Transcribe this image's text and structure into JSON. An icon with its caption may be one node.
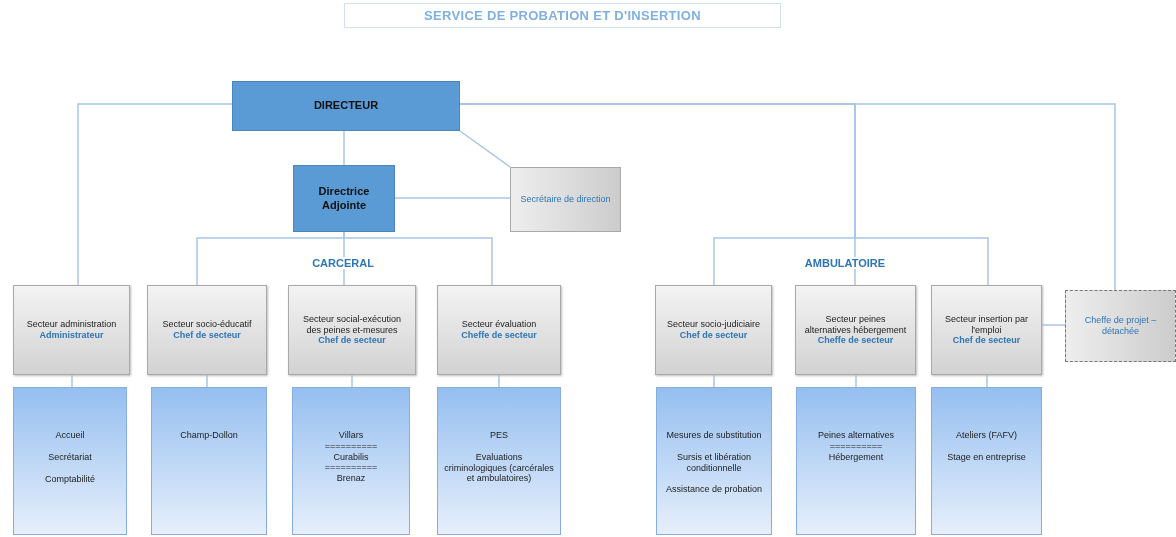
{
  "diagram": {
    "title": "SERVICE DE PROBATION ET D'INSERTION",
    "nodes": [
      {
        "text": [
          "DIRECTEUR"
        ]
      },
      {
        "text": [
          "Directrice Adjointe"
        ]
      },
      {
        "text": [
          "Secrétaire de direction"
        ]
      },
      {
        "text": [
          "Secteur administration",
          "Administrateur"
        ]
      },
      {
        "text": [
          "Secteur socio-éducatif",
          "Chef de secteur"
        ]
      },
      {
        "text": [
          "Secteur social-exécution des peines et-mesures",
          "Chef de secteur"
        ]
      },
      {
        "text": [
          "Secteur évaluation",
          "Cheffe de secteur"
        ]
      },
      {
        "text": [
          "Secteur socio-judiciaire",
          "Chef de secteur"
        ]
      },
      {
        "text": [
          "Secteur peines alternatives hébergement",
          "Cheffe de secteur"
        ]
      },
      {
        "text": [
          "Secteur insertion par l'emploi",
          "Chef de secteur"
        ]
      },
      {
        "text": [
          "Cheffe de projet – détachée"
        ]
      },
      {
        "text": [
          "Accueil",
          "Secrétariat",
          "Comptabilité"
        ]
      },
      {
        "text": [
          "Champ-Dollon"
        ]
      },
      {
        "text": [
          "Villars",
          "==========",
          "Curabilis",
          "==========",
          "Brenaz"
        ]
      },
      {
        "text": [
          "PES",
          "Evaluations criminologiques (carcérales et ambulatoires)"
        ]
      },
      {
        "text": [
          "Mesures de substitution",
          "Sursis et libération conditionnelle",
          "Assistance de probation"
        ]
      },
      {
        "text": [
          "Peines alternatives",
          "==========",
          "Hébergement"
        ]
      },
      {
        "text": [
          "Ateliers (FAFV)",
          "Stage en entreprise"
        ]
      }
    ],
    "edges": [
      {
        "from": 0,
        "to": 1,
        "arrow": "none"
      },
      {
        "from": 0,
        "to": 2,
        "arrow": "none"
      },
      {
        "from": 1,
        "to": 2,
        "arrow": "none"
      },
      {
        "from": 0,
        "to": 3,
        "arrow": "none"
      },
      {
        "from": 1,
        "to": 4,
        "arrow": "none"
      },
      {
        "from": 1,
        "to": 5,
        "arrow": "none"
      },
      {
        "from": 1,
        "to": 6,
        "arrow": "none"
      },
      {
        "from": 0,
        "to": 7,
        "arrow": "none"
      },
      {
        "from": 0,
        "to": 8,
        "arrow": "none"
      },
      {
        "from": 0,
        "to": 9,
        "arrow": "none"
      },
      {
        "from": 0,
        "to": 10,
        "arrow": "none"
      },
      {
        "from": 9,
        "to": 10,
        "arrow": "none"
      },
      {
        "from": 3,
        "to": 11,
        "arrow": "none"
      },
      {
        "from": 4,
        "to": 12,
        "arrow": "none"
      },
      {
        "from": 5,
        "to": 13,
        "arrow": "none"
      },
      {
        "from": 6,
        "to": 14,
        "arrow": "none"
      },
      {
        "from": 7,
        "to": 15,
        "arrow": "none"
      },
      {
        "from": 8,
        "to": 16,
        "arrow": "none"
      },
      {
        "from": 9,
        "to": 17,
        "arrow": "none"
      }
    ],
    "labels": [
      "CARCERAL",
      "AMBULATOIRE"
    ]
  }
}
